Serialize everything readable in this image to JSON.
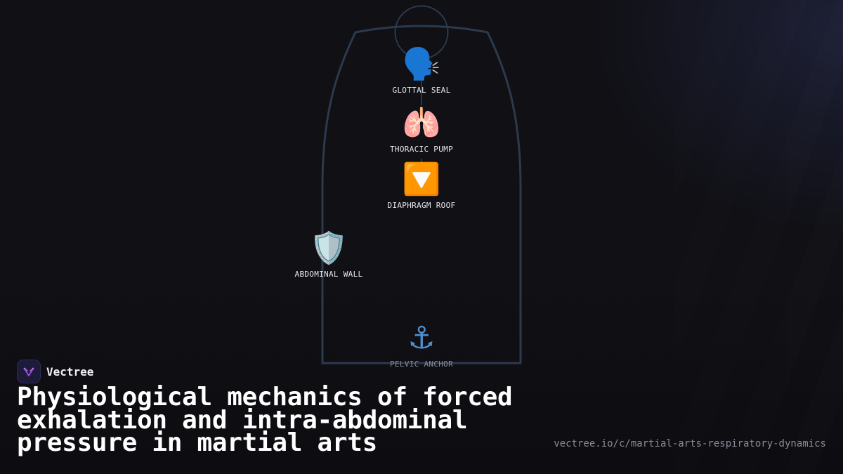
{
  "brand": {
    "name": "Vectree",
    "logo_icon": "vectree-logo-icon"
  },
  "title": "Physiological mechanics of forced exhalation and intra-abdominal pressure in martial arts",
  "url": "vectree.io/c/martial-arts-respiratory-dynamics",
  "colors": {
    "background": "#101015",
    "outline": "#2c3a4e",
    "connector": "#3a4658",
    "label": "#e6e7ee",
    "logo_bg": "#1d1b3a",
    "logo_accent": "#a24bd6"
  },
  "diagram": {
    "nodes": [
      {
        "id": "glottal-seal",
        "label": "GLOTTAL SEAL",
        "glyph": "🗣️",
        "icon": "speaking-head-icon"
      },
      {
        "id": "thoracic-pump",
        "label": "THORACIC PUMP",
        "glyph": "🫁",
        "icon": "lungs-icon"
      },
      {
        "id": "diaphragm-roof",
        "label": "DIAPHRAGM ROOF",
        "glyph": "🔽",
        "icon": "down-arrow-button-icon"
      },
      {
        "id": "abdominal-wall",
        "label": "ABDOMINAL WALL",
        "glyph": "🛡️",
        "icon": "shield-icon"
      },
      {
        "id": "pelvic-anchor",
        "label": "PELVIC ANCHOR",
        "glyph": "⚓",
        "icon": "anchor-icon"
      }
    ]
  }
}
